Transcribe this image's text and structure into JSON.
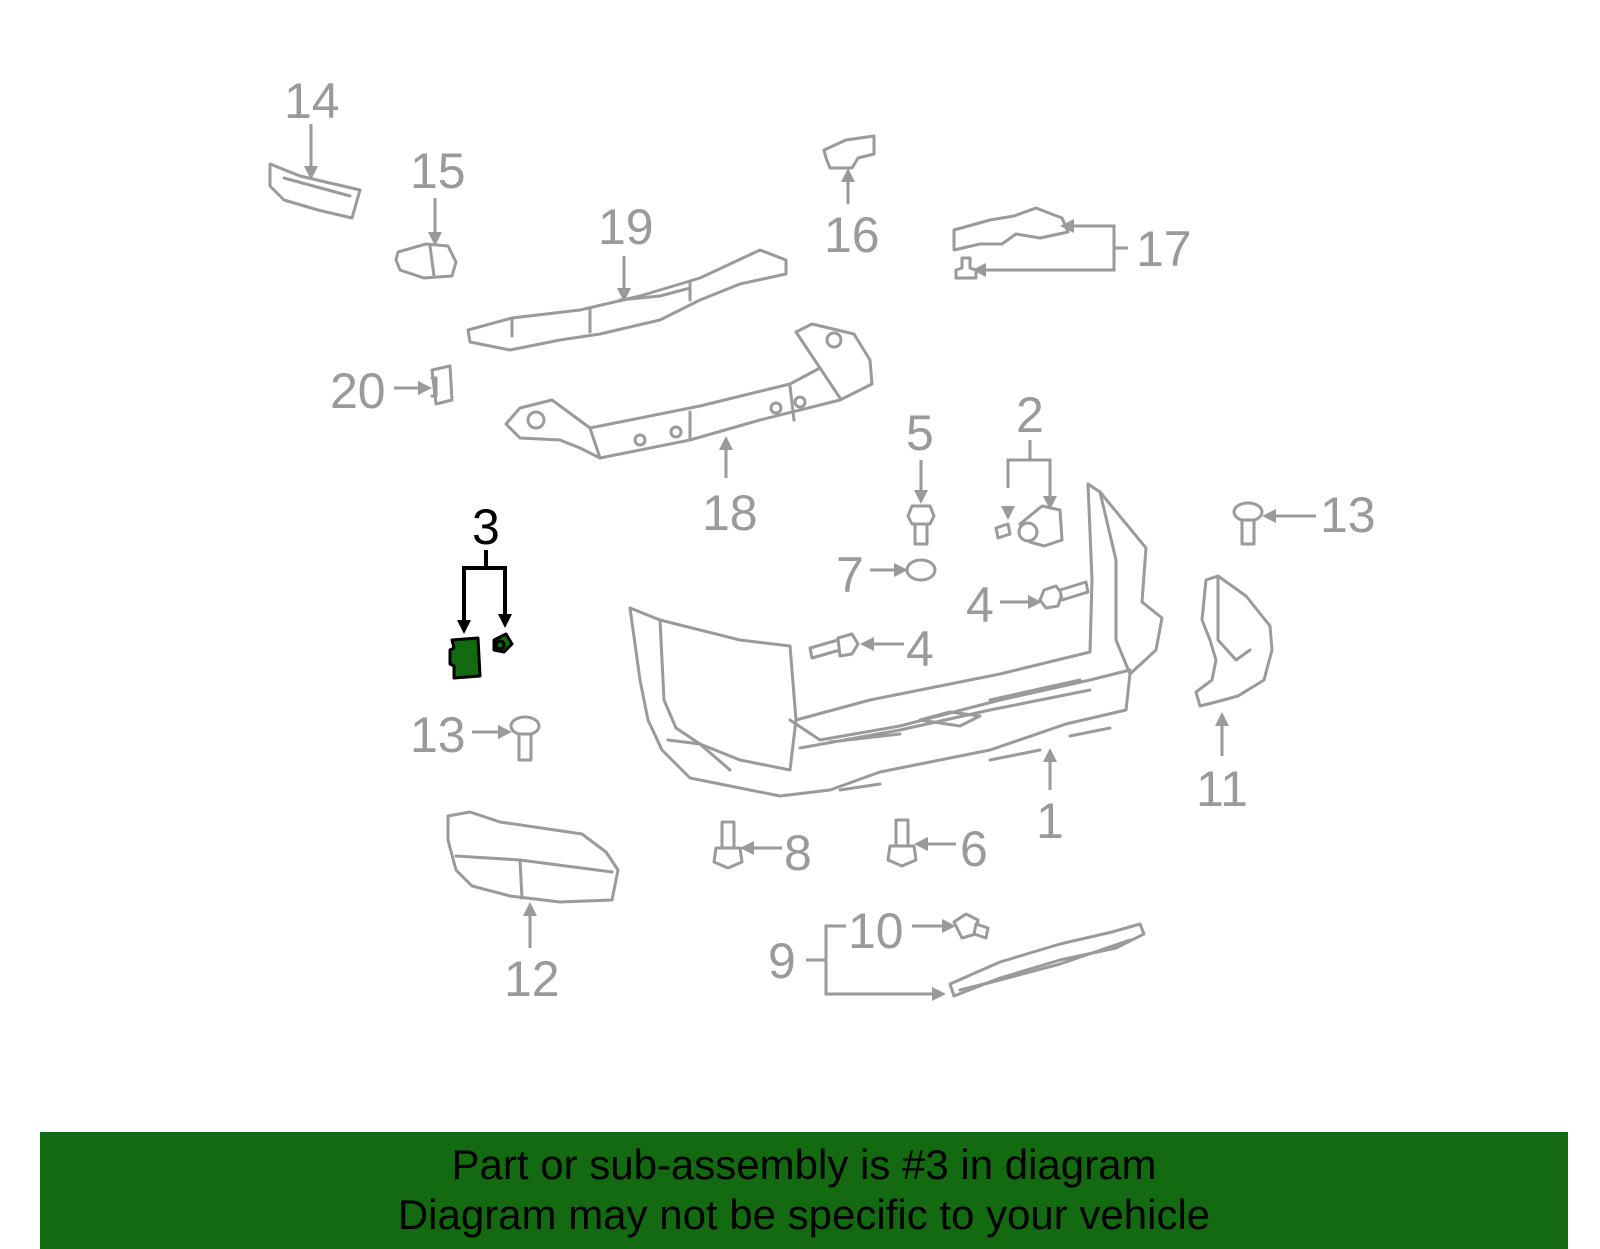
{
  "callouts": {
    "c1": "1",
    "c2": "2",
    "c3": "3",
    "c4a": "4",
    "c4b": "4",
    "c5": "5",
    "c6": "6",
    "c7": "7",
    "c8": "8",
    "c9": "9",
    "c10": "10",
    "c11": "11",
    "c12": "12",
    "c13a": "13",
    "c13b": "13",
    "c14": "14",
    "c15": "15",
    "c16": "16",
    "c17": "17",
    "c18": "18",
    "c19": "19",
    "c20": "20"
  },
  "highlight": {
    "part_number": "3",
    "color": "#136a10"
  },
  "banner": {
    "line1": "Part or sub-assembly is #3 in diagram",
    "line2": "Diagram may not be specific to your vehicle",
    "background": "#136a10"
  },
  "colors": {
    "line_art": "#9a9a9a",
    "highlight_outline": "#000000"
  }
}
